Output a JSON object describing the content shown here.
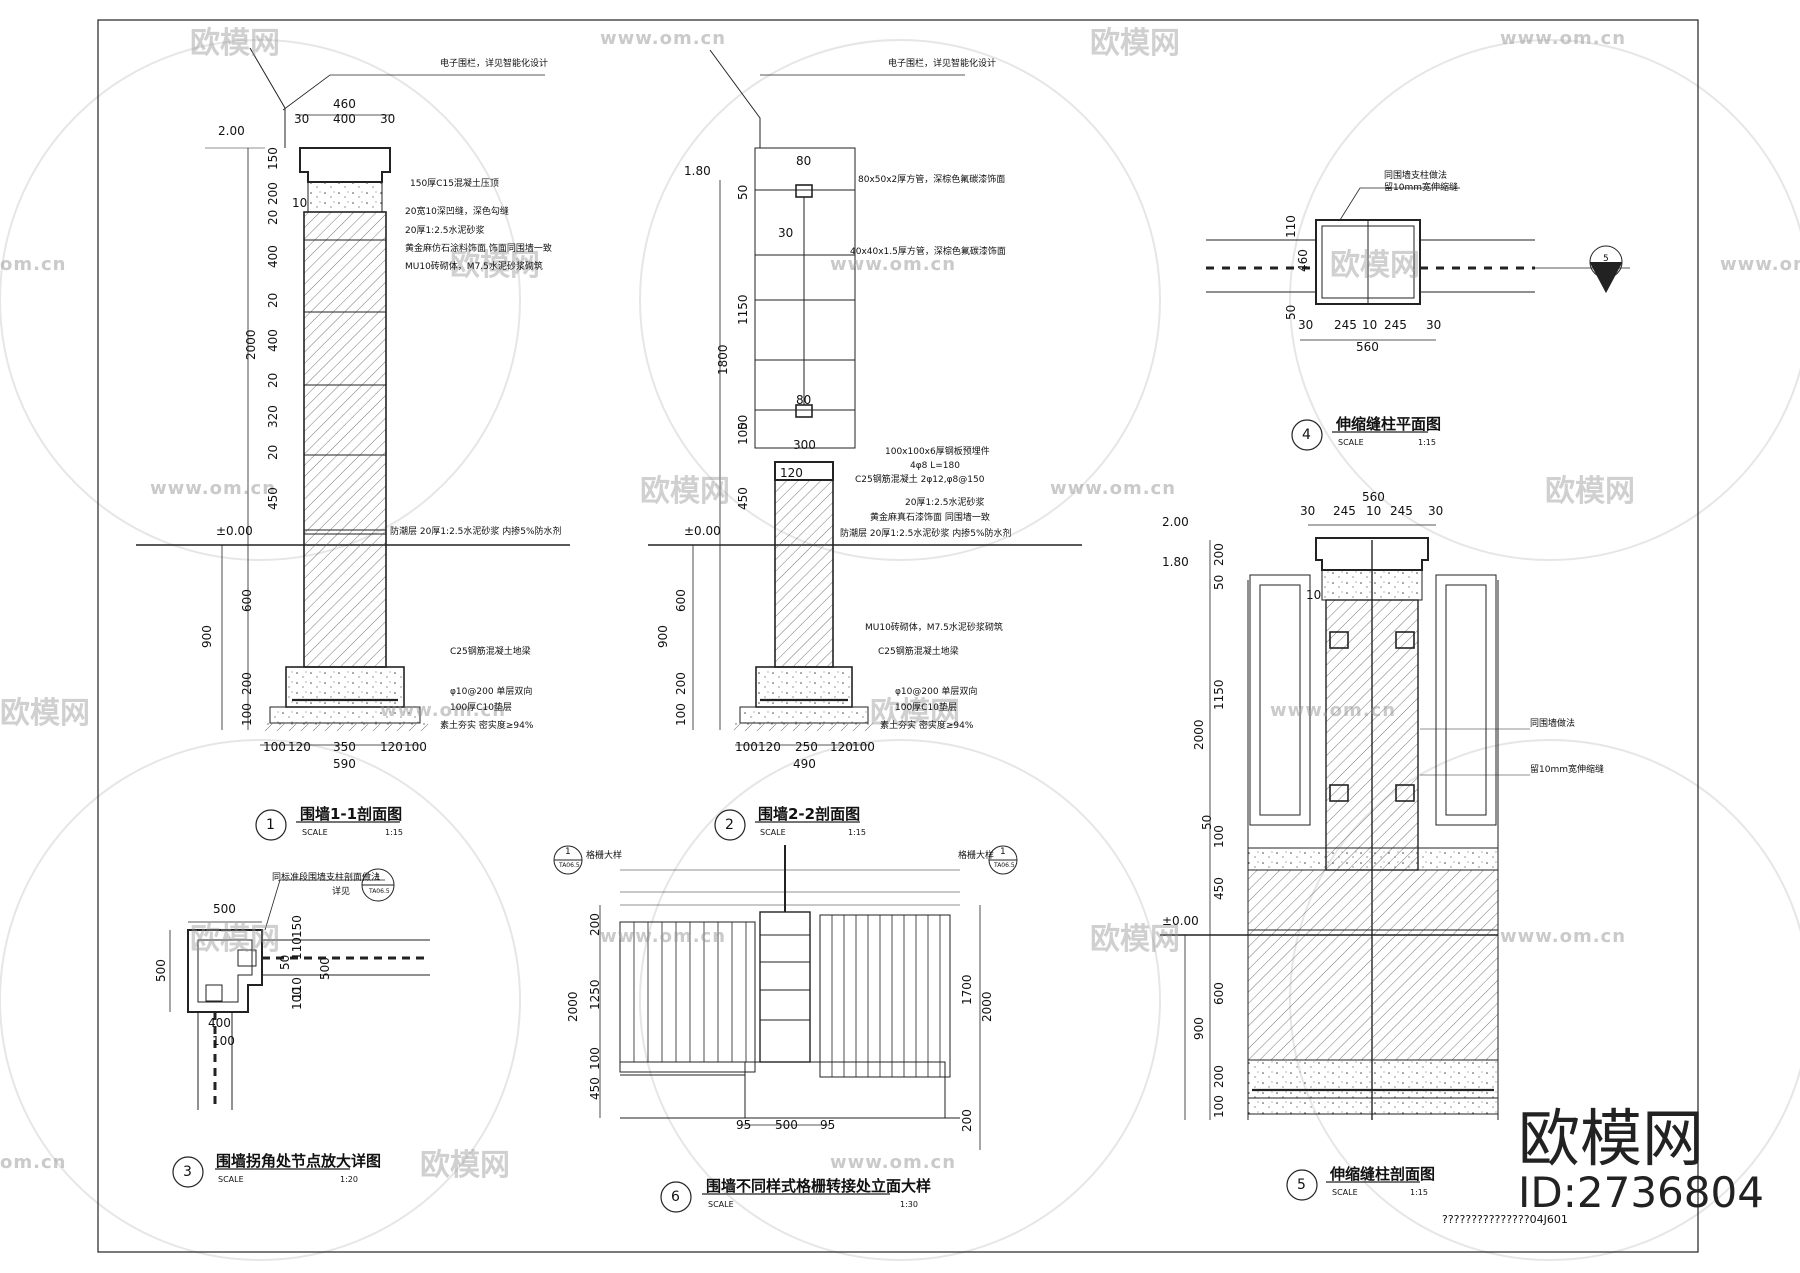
{
  "watermarks": {
    "brand": "欧模网",
    "url": "www.om.cn",
    "url_partial": "om.cn"
  },
  "brand_mark": {
    "name": "欧模网",
    "id": "ID:2736804"
  },
  "code": "???????????????04J601",
  "levels": {
    "top1": "2.00",
    "top2": "1.80",
    "zero": "±0.00"
  },
  "sections": [
    {
      "num": "1",
      "title": "围墙1-1剖面图",
      "scale_label": "SCALE",
      "scale": "1:15"
    },
    {
      "num": "2",
      "title": "围墙2-2剖面图",
      "scale_label": "SCALE",
      "scale": "1:15"
    },
    {
      "num": "3",
      "title": "围墙拐角处节点放大详图",
      "scale_label": "SCALE",
      "scale": "1:20"
    },
    {
      "num": "4",
      "title": "伸缩缝柱平面图",
      "scale_label": "SCALE",
      "scale": "1:15"
    },
    {
      "num": "5",
      "title": "伸缩缝柱剖面图",
      "scale_label": "SCALE",
      "scale": "1:15"
    },
    {
      "num": "6",
      "title": "围墙不同样式格栅转接处立面大样",
      "scale_label": "SCALE",
      "scale": "1:30"
    }
  ],
  "notes1": [
    "电子围栏，详见智能化设计",
    "150厚C15混凝土压顶",
    "20宽10深凹缝，深色勾缝",
    "20厚1:2.5水泥砂浆",
    "黄金麻仿石涂料饰面 饰面同围墙一致",
    "MU10砖砌体，M7.5水泥砂浆砌筑",
    "防潮层 20厚1:2.5水泥砂浆 内掺5%防水剂",
    "C25钢筋混凝土地梁",
    "φ10@200 单层双向",
    "100厚C10垫层",
    "素土夯实 密实度≥94%"
  ],
  "notes2": [
    "电子围栏，详见智能化设计",
    "80x50x2厚方管，深棕色氟碳漆饰面",
    "40x40x1.5厚方管，深棕色氟碳漆饰面",
    "100x100x6厚钢板预埋件",
    "4φ8 L=180",
    "C25钢筋混凝土 2φ12,φ8@150",
    "20厚1:2.5水泥砂浆",
    "黄金麻真石漆饰面 同围墙一致",
    "防潮层 20厚1:2.5水泥砂浆 内掺5%防水剂",
    "MU10砖砌体，M7.5水泥砂浆砌筑",
    "C25钢筋混凝土地梁",
    "φ10@200 单层双向",
    "100厚C10垫层",
    "素土夯实 密实度≥94%"
  ],
  "notes3": [
    "同标准段围墙支柱剖面做法",
    "详见"
  ],
  "notes4": [
    "同围墙支柱做法",
    "留10mm宽伸缩缝"
  ],
  "notes5": [
    "同围墙做法",
    "留10mm宽伸缩缝"
  ],
  "notes6": [
    "格栅大样",
    "格栅大样"
  ],
  "ref_tags": [
    "1",
    "TA06.5"
  ],
  "dims1": {
    "top": "460",
    "t1": "30",
    "t2": "400",
    "t3": "30",
    "v": [
      "150",
      "200",
      "20",
      "400",
      "20",
      "400",
      "20",
      "320",
      "20",
      "450",
      "600",
      "200",
      "100"
    ],
    "total_v": "2000",
    "below_v": "900",
    "ten": "10",
    "bottom": [
      "100",
      "120",
      "350",
      "120",
      "100"
    ],
    "bottom_total": "590"
  },
  "dims2": {
    "v": [
      "50",
      "1150",
      "100",
      "50",
      "450",
      "600",
      "200",
      "100"
    ],
    "total_v": "1800",
    "below_v": "900",
    "d80a": "80",
    "d30": "30",
    "d80b": "80",
    "d300": "300",
    "d120": "120",
    "bottom": [
      "100",
      "120",
      "250",
      "120",
      "100"
    ],
    "bottom_total": "490"
  },
  "dims3": {
    "top": "500",
    "left": "500",
    "v": [
      "150",
      "110",
      "50",
      "110",
      "100"
    ],
    "d500": "500",
    "d400": "400",
    "d100": "100"
  },
  "dims4": {
    "v": [
      "110",
      "460",
      "50"
    ],
    "h": [
      "30",
      "245",
      "10",
      "245",
      "30"
    ],
    "total": "560",
    "sect": "5"
  },
  "dims5": {
    "top_total": "560",
    "h": [
      "30",
      "245",
      "10",
      "245",
      "30"
    ],
    "v": [
      "200",
      "50",
      "1150",
      "50",
      "100",
      "450",
      "600",
      "200",
      "100"
    ],
    "total_v": "2000",
    "below_v": "900",
    "ten": "10"
  },
  "dims6": {
    "v": [
      "200",
      "1250",
      "100",
      "450"
    ],
    "total_left": "2000",
    "v_right": [
      "1700",
      "200"
    ],
    "total_right": "2000",
    "h": [
      "95",
      "500",
      "95"
    ]
  }
}
